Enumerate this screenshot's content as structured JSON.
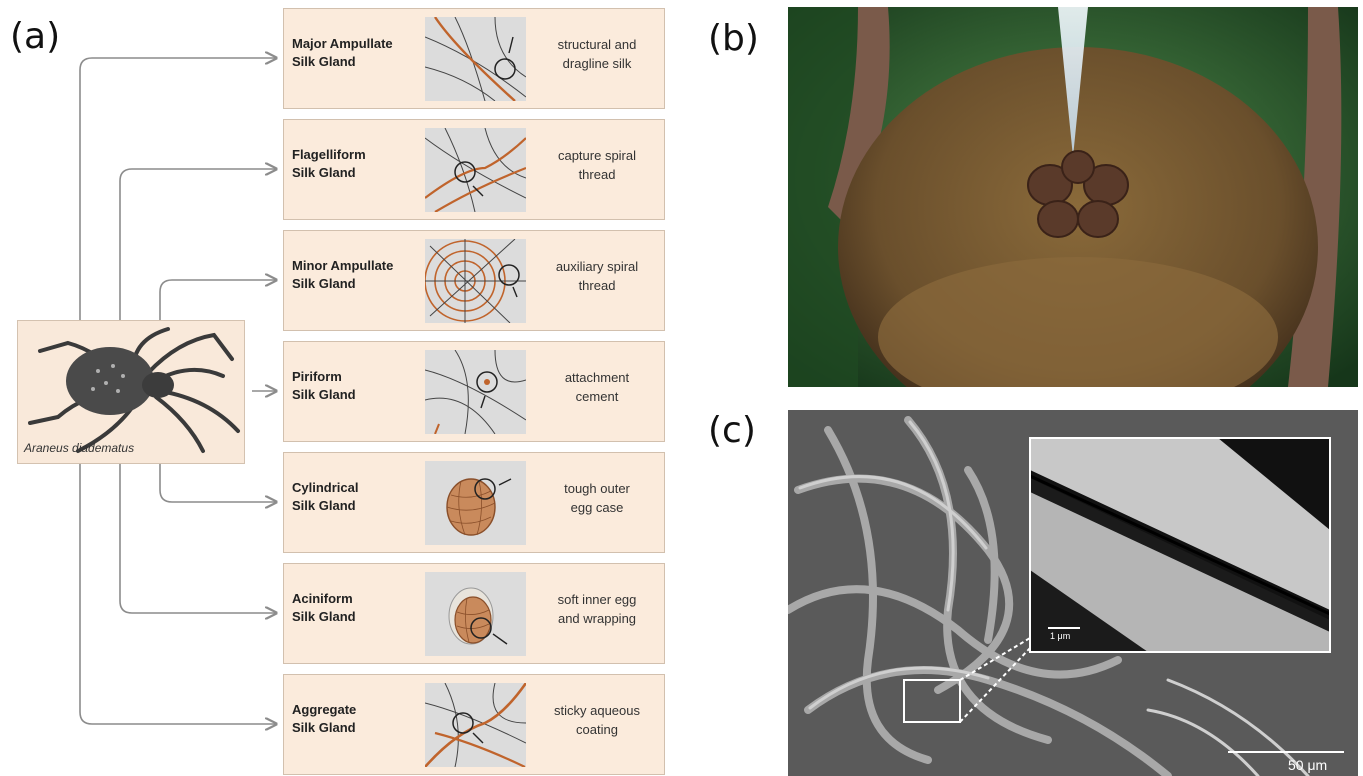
{
  "panels": {
    "a": "(a)",
    "b": "(b)",
    "c": "(c)"
  },
  "species": "Araneus diadematus",
  "glands": [
    {
      "name": "Major Ampullate\nSilk Gland",
      "function": "structural and\ndragline silk",
      "icon": "web-corner-circle-icon"
    },
    {
      "name": "Flagelliform\nSilk Gland",
      "function": "capture spiral\nthread",
      "icon": "web-spiral-circle-icon"
    },
    {
      "name": "Minor Ampullate\nSilk Gland",
      "function": "auxiliary spiral\nthread",
      "icon": "orb-web-icon"
    },
    {
      "name": "Piriform\nSilk Gland",
      "function": "attachment\ncement",
      "icon": "web-attachment-icon"
    },
    {
      "name": "Cylindrical\nSilk Gland",
      "function": "tough outer\negg case",
      "icon": "egg-case-icon"
    },
    {
      "name": "Aciniform\nSilk Gland",
      "function": "soft inner egg\nand wrapping",
      "icon": "egg-wrapping-icon"
    },
    {
      "name": "Aggregate\nSilk Gland",
      "function": "sticky aqueous\ncoating",
      "icon": "web-droplet-icon"
    }
  ],
  "sem": {
    "inset_scale": "1 μm",
    "main_scale": "50 μm"
  },
  "colors": {
    "box_fill": "#fbebdc",
    "silk_orange": "#c0642c",
    "connector": "#8c8c8c"
  }
}
